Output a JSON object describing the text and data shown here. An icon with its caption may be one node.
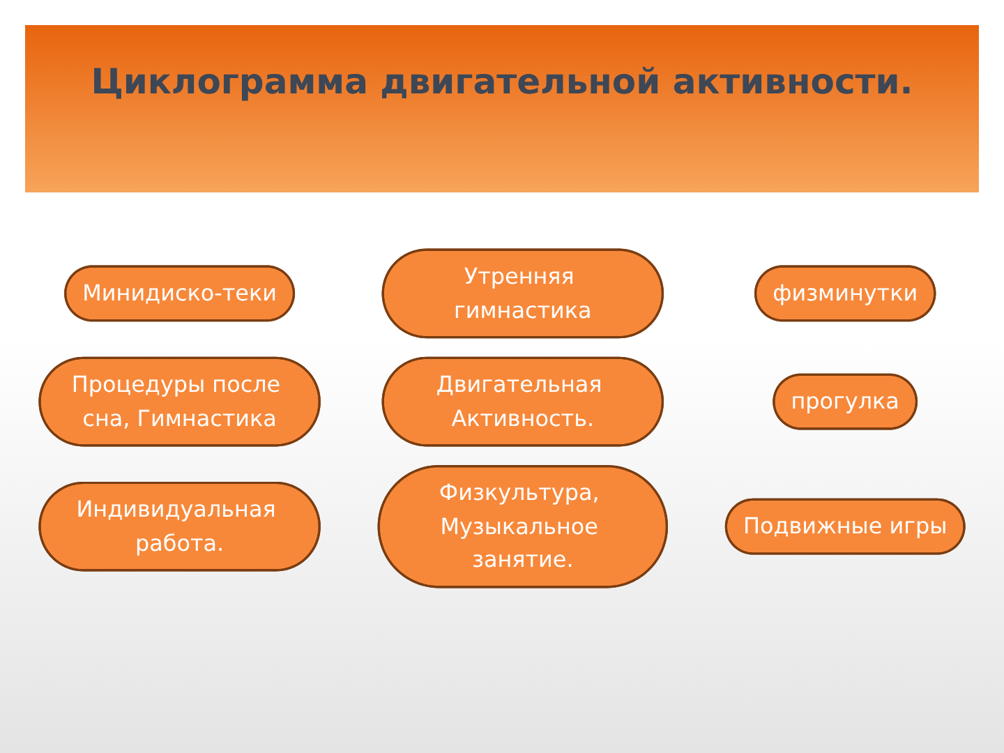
{
  "diagram": {
    "title": "Циклограмма двигательной активности.",
    "nodes": [
      {
        "text": [
          "Минидиско-теки"
        ]
      },
      {
        "text": [
          "Утренняя гимнастика"
        ]
      },
      {
        "text": [
          "физминутки"
        ]
      },
      {
        "text": [
          "Процедуры после сна, Гимнастика"
        ]
      },
      {
        "text": [
          "Двигательная Активность."
        ]
      },
      {
        "text": [
          "прогулка"
        ]
      },
      {
        "text": [
          "Индивидуальная работа."
        ]
      },
      {
        "text": [
          "Физкультура, Музыкальное занятие."
        ]
      },
      {
        "text": [
          "Подвижные игры"
        ]
      }
    ],
    "edges": []
  }
}
